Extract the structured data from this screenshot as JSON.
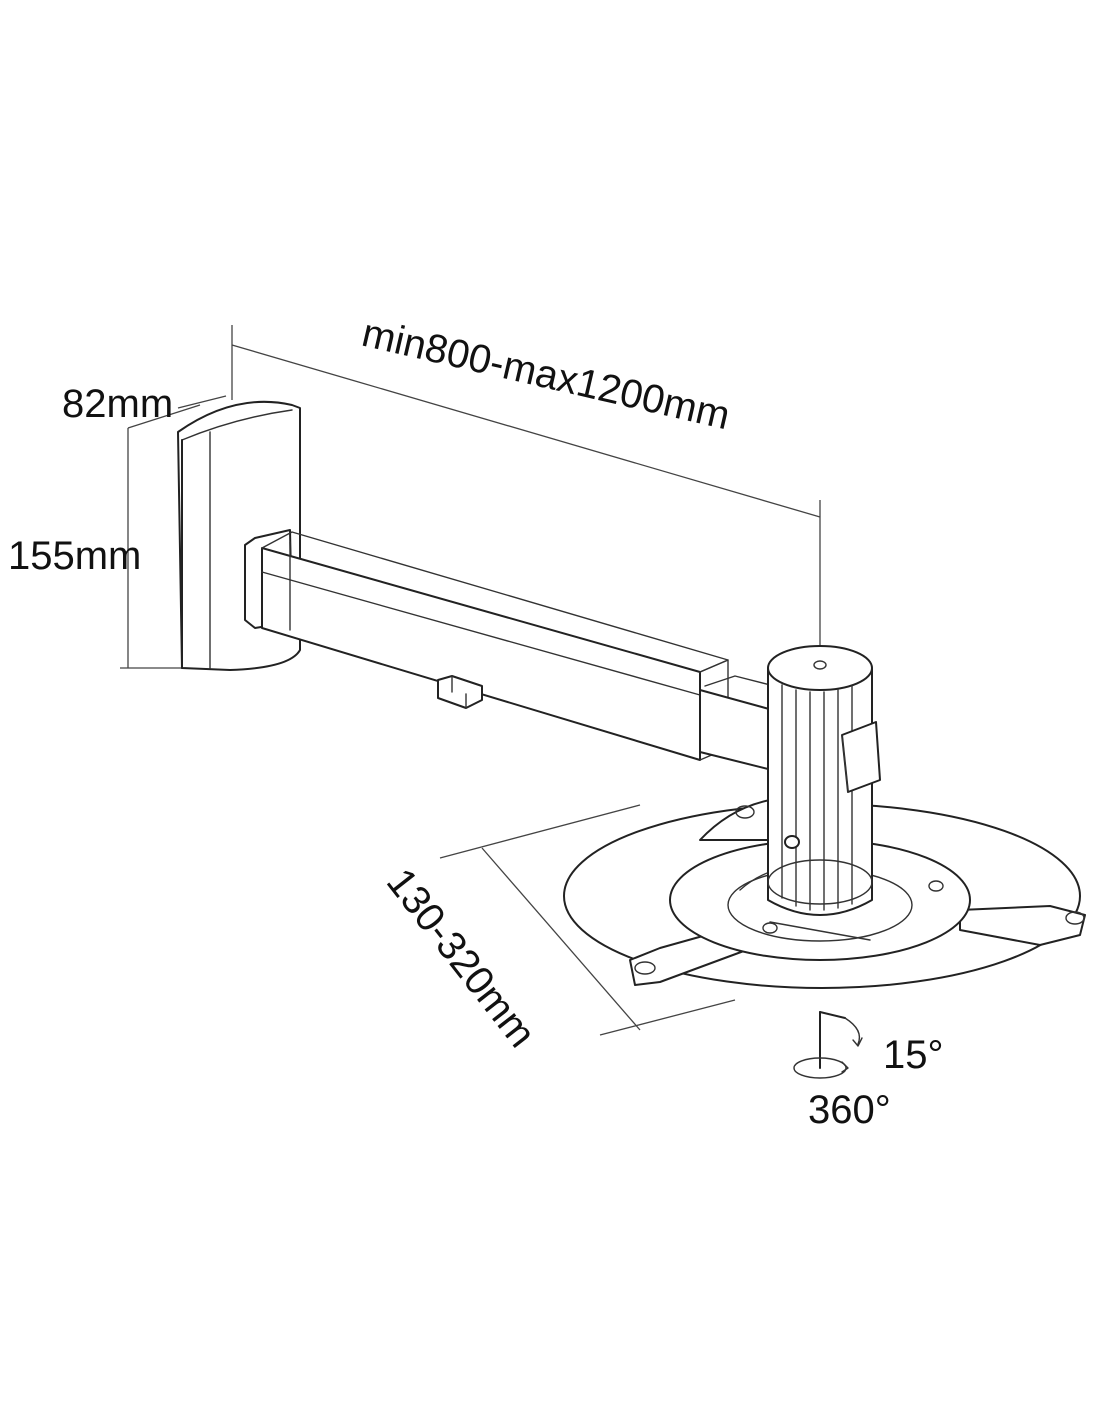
{
  "dimensions": {
    "depth": "82mm",
    "height": "155mm",
    "arm_length": "min800-max1200mm",
    "plate_diameter": "130-320mm"
  },
  "angles": {
    "tilt": "15°",
    "rotation": "360°"
  }
}
